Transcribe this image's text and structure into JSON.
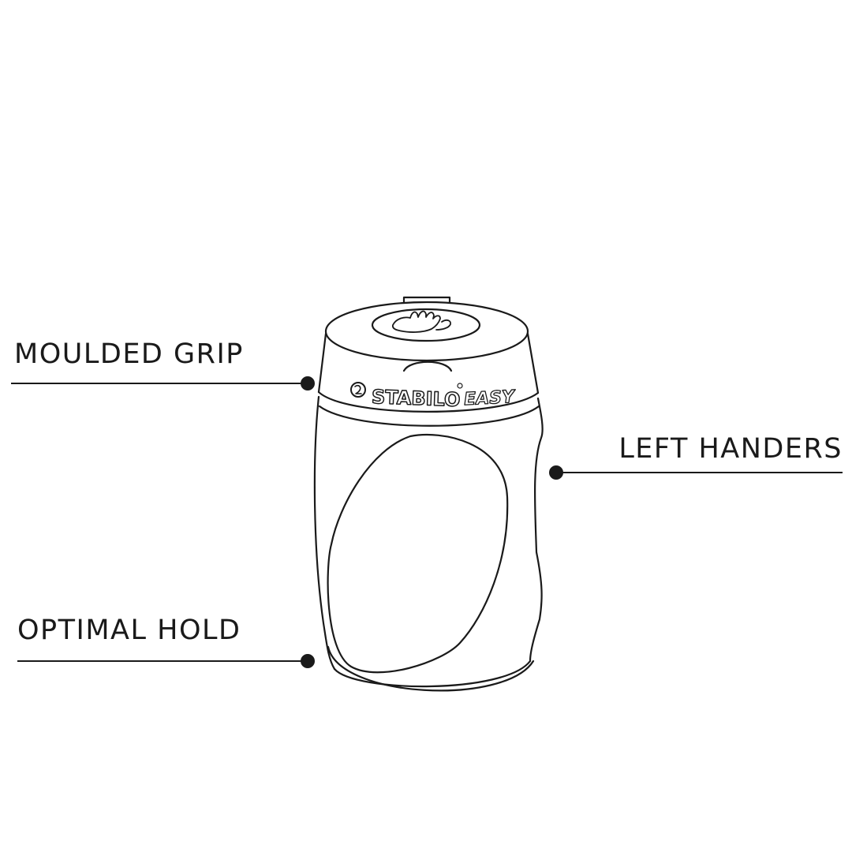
{
  "colors": {
    "ink": "#1a1a1a",
    "background": "#ffffff"
  },
  "product": {
    "name": "sharpener-illustration",
    "brand_logo": "STABILO",
    "brand_suffix": "EASY",
    "hand_icon": "hand-icon",
    "round_logo_icon": "round-logo-icon"
  },
  "callouts": {
    "moulded_grip": "MOULDED GRIP",
    "left_handers": "LEFT HANDERS",
    "optimal_hold": "OPTIMAL HOLD"
  }
}
